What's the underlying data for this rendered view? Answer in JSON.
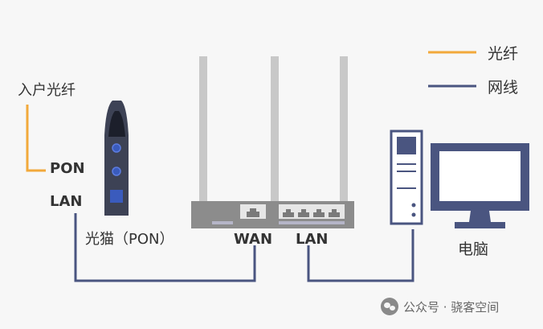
{
  "legend": {
    "fiber_label": "光纤",
    "ethernet_label": "网线"
  },
  "labels": {
    "incoming_fiber": "入户光纤",
    "pon": "PON",
    "modem_lan": "LAN",
    "modem_name": "光猫（PON）",
    "wan": "WAN",
    "router_lan": "LAN",
    "computer": "电脑"
  },
  "watermark": {
    "text": "公众号 · 骁客空间"
  },
  "colors": {
    "fiber": "#f2a93b",
    "ethernet": "#4a5580",
    "device": "#4a5580",
    "modem_body": "#3d4255",
    "router_body": "#8c8c8c",
    "antenna": "#c8c8c8",
    "accent_blue": "#3a5bbd"
  }
}
